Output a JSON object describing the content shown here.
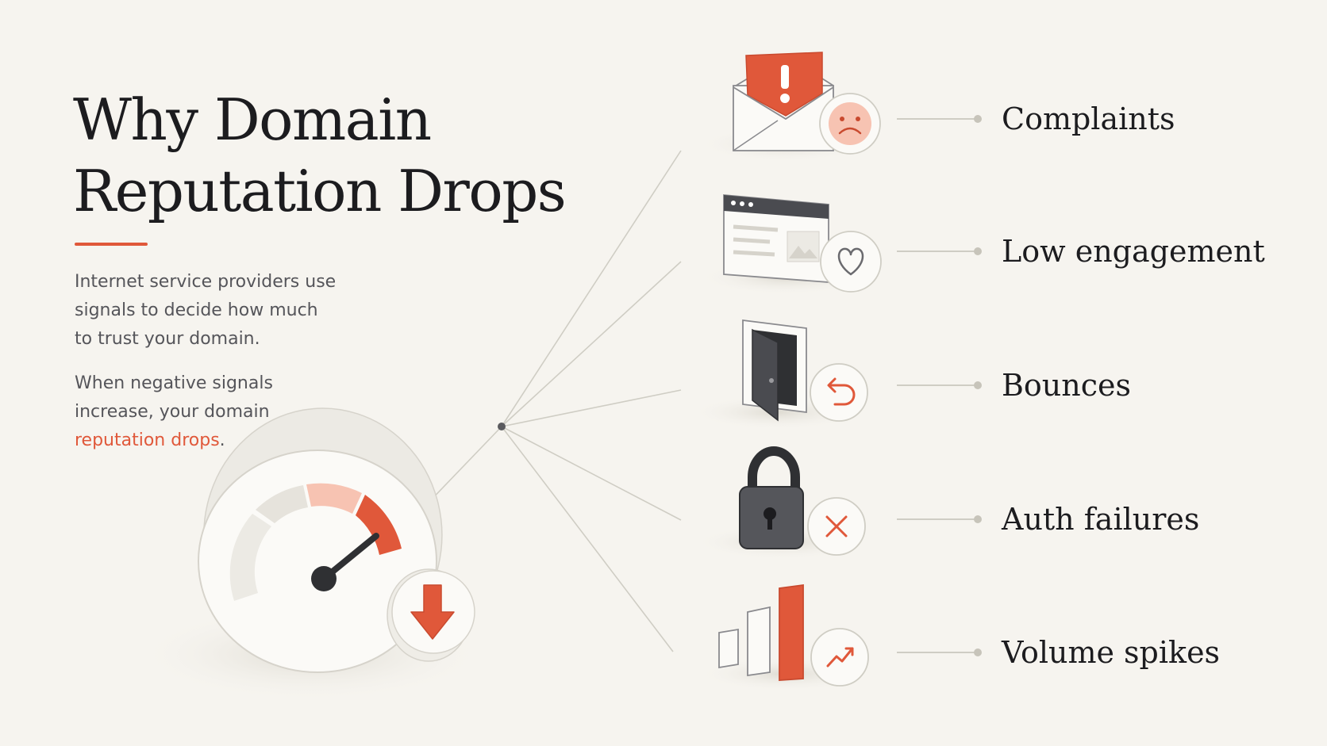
{
  "title": {
    "line1": "Why Domain",
    "line2": "Reputation Drops"
  },
  "intro": {
    "p1_line1": "Internet service providers use",
    "p1_line2": "signals to decide how much",
    "p1_line3": "to trust your domain.",
    "p2_line1": "When negative signals",
    "p2_line2": "increase, your domain",
    "p2_highlight": "reputation drops",
    "p2_end": "."
  },
  "signals": [
    {
      "label": "Complaints",
      "icon": "complaint-envelope-icon",
      "badge": "sad-face-icon"
    },
    {
      "label": "Low engagement",
      "icon": "browser-window-icon",
      "badge": "heart-icon"
    },
    {
      "label": "Bounces",
      "icon": "open-door-icon",
      "badge": "return-arrow-icon"
    },
    {
      "label": "Auth failures",
      "icon": "padlock-icon",
      "badge": "x-mark-icon"
    },
    {
      "label": "Volume spikes",
      "icon": "bar-chart-icon",
      "badge": "trend-up-icon"
    }
  ],
  "gauge": {
    "icon": "reputation-gauge-icon",
    "badge": "down-arrow-icon"
  },
  "colors": {
    "background": "#f6f4ef",
    "accent": "#e0583a",
    "accent_light": "#f7c3b2",
    "text": "#1c1c1f",
    "muted_text": "#55555a",
    "line": "#cfcdc4",
    "dark_icon": "#4a4b50"
  }
}
